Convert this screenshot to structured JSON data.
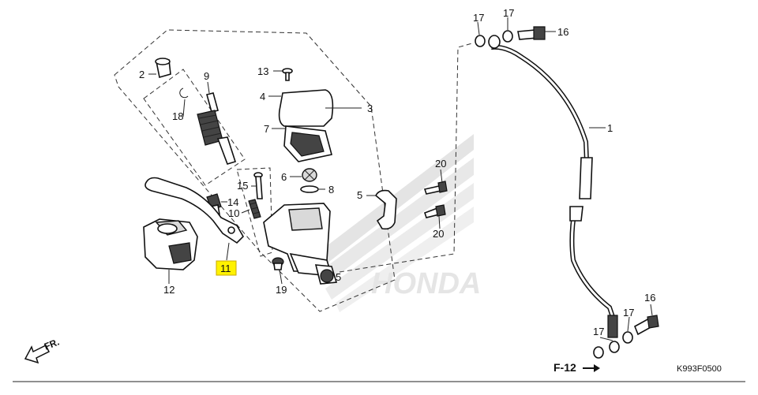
{
  "callouts": {
    "c1": "1",
    "c2": "2",
    "c3": "3",
    "c4": "4",
    "c5_top": "5",
    "c5_bottom": "5",
    "c6": "6",
    "c7": "7",
    "c8": "8",
    "c9": "9",
    "c10": "10",
    "c11": "11",
    "c12": "12",
    "c13": "13",
    "c14": "14",
    "c15": "15",
    "c16_top": "16",
    "c16_bottom": "16",
    "c17_top_a": "17",
    "c17_top_b": "17",
    "c17_bottom_a": "17",
    "c17_bottom_b": "17",
    "c18": "18",
    "c19": "19",
    "c20_top": "20",
    "c20_bottom": "20"
  },
  "front_label": "FR.",
  "ref_label": "F-12",
  "diagram_code": "K993F0500",
  "watermark": "HONDA",
  "highlight_color": "#fff200"
}
